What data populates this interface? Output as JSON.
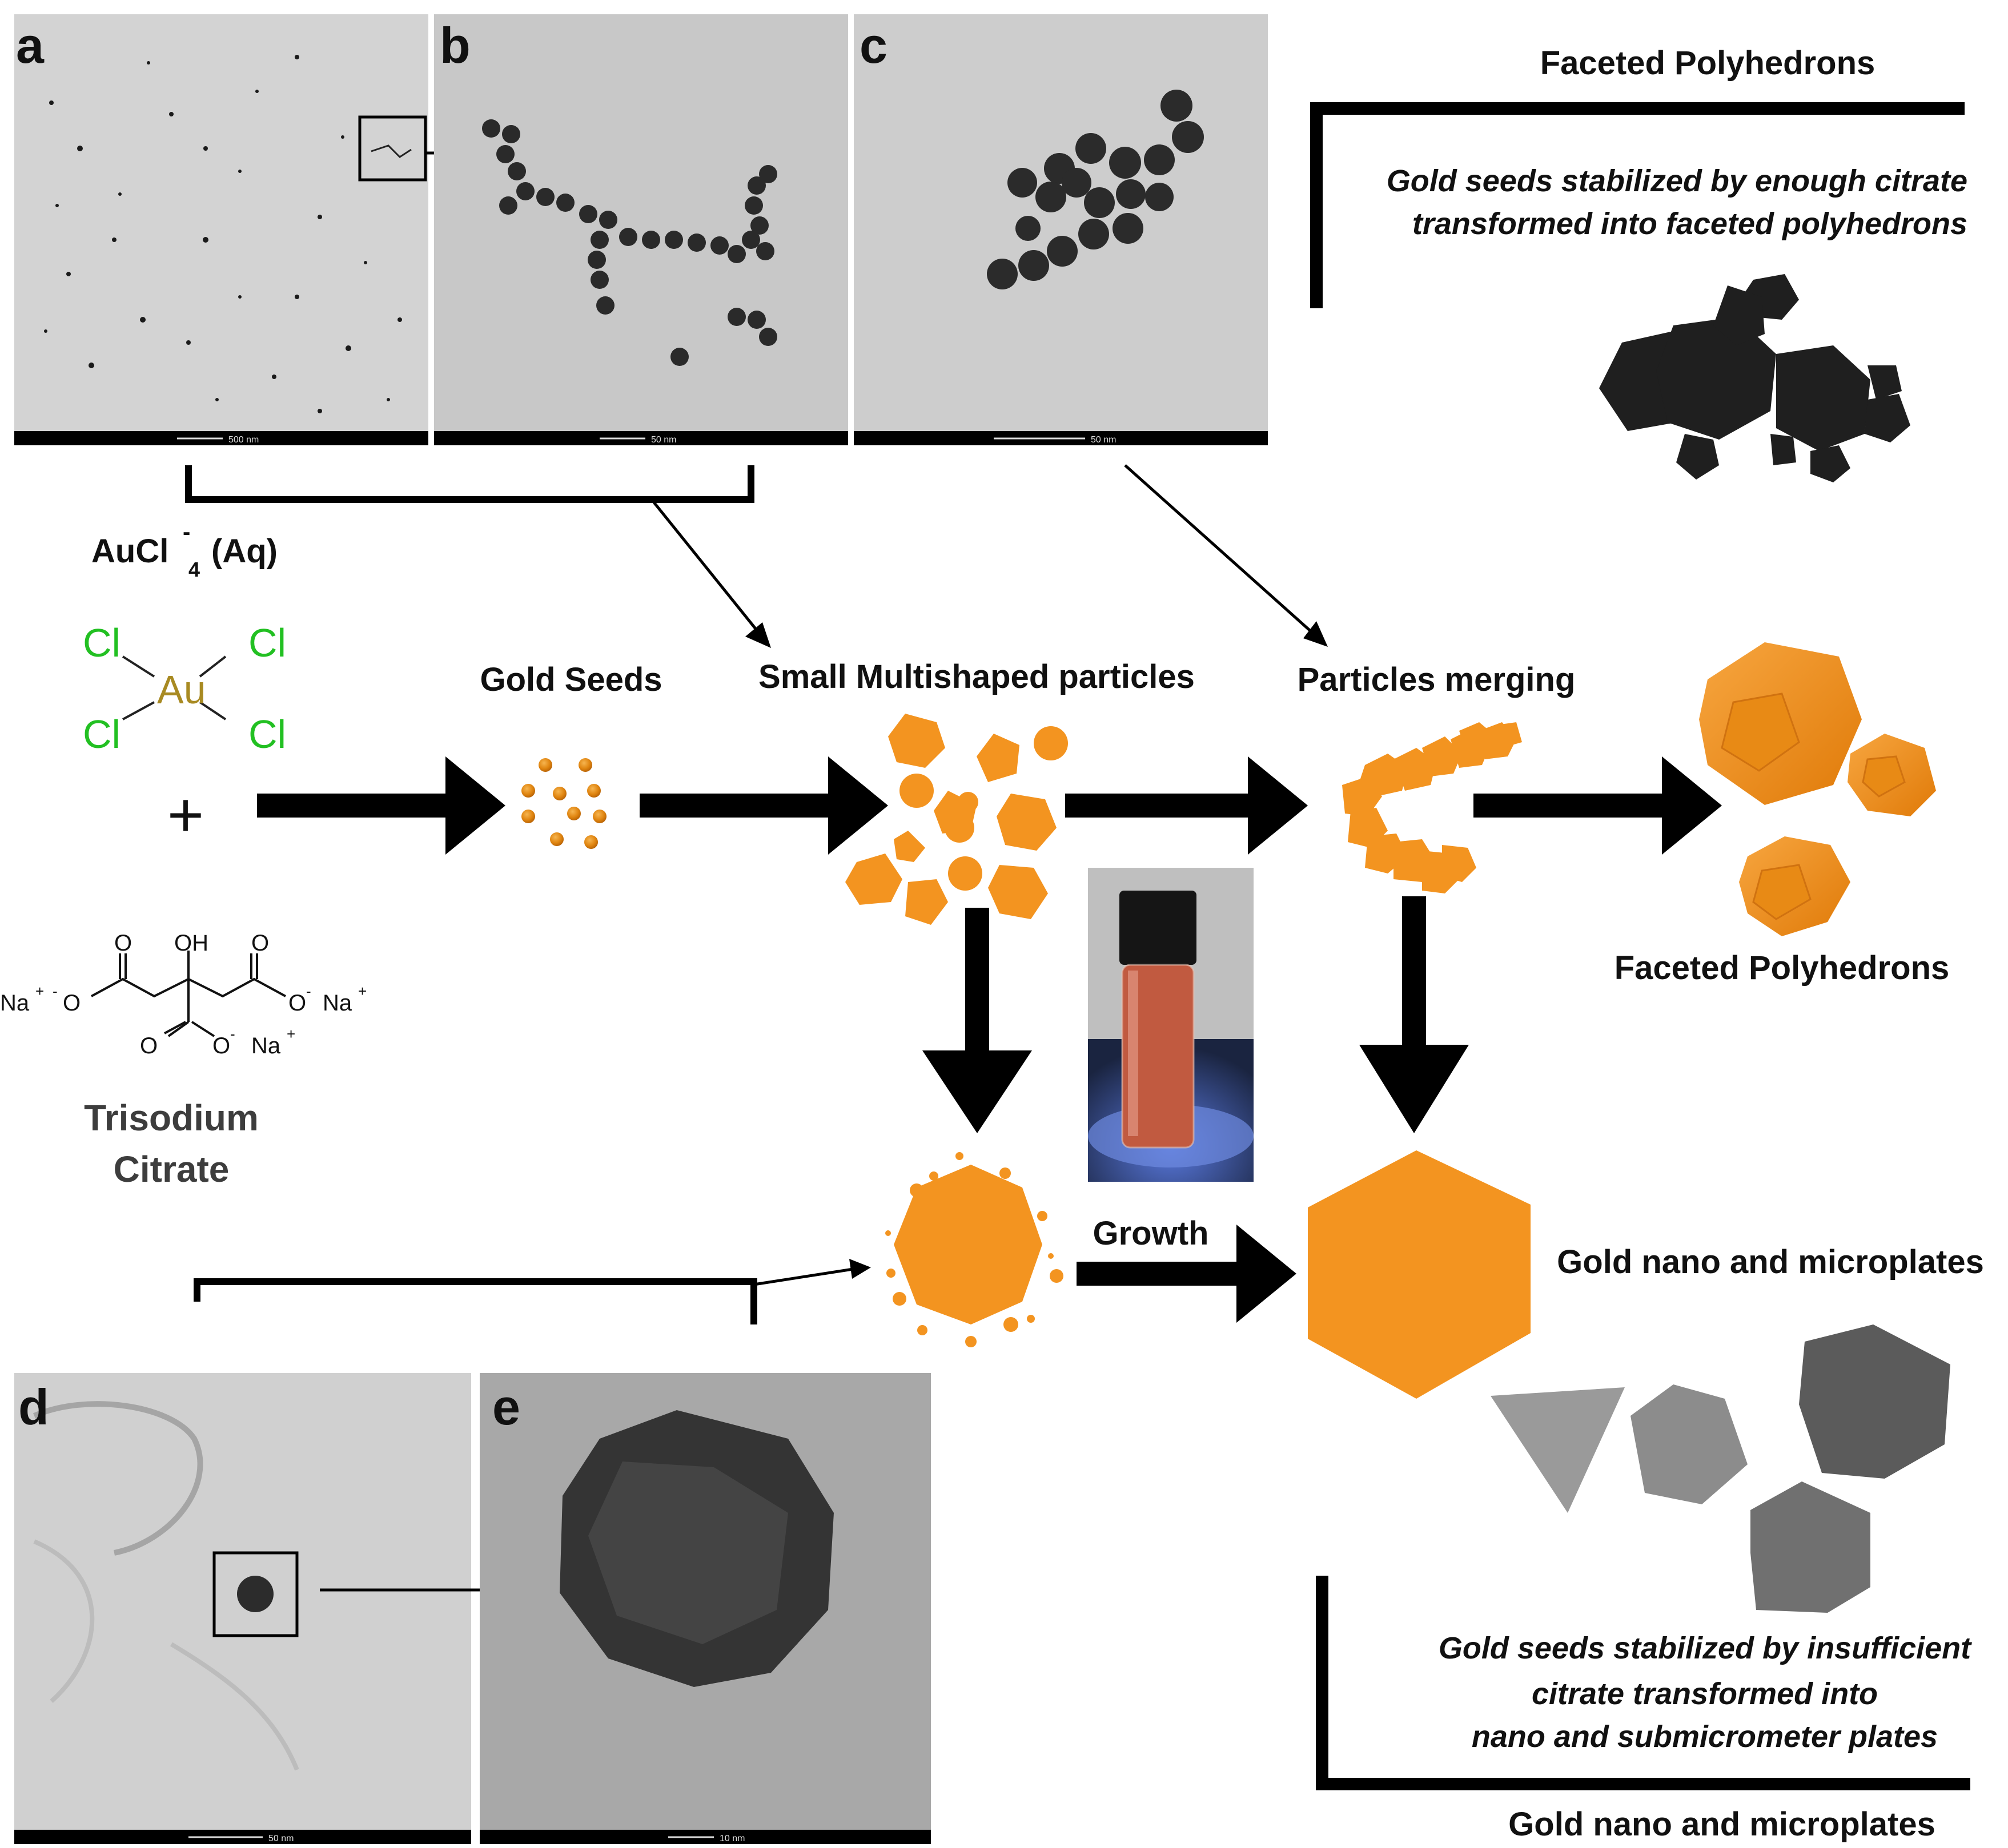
{
  "panels": {
    "a": {
      "letter": "a",
      "scale": "500 nm"
    },
    "b": {
      "letter": "b",
      "scale": "50 nm"
    },
    "c": {
      "letter": "c",
      "scale": "50 nm"
    },
    "d": {
      "letter": "d",
      "scale": "50 nm"
    },
    "e": {
      "letter": "e",
      "scale": "10 nm"
    }
  },
  "top_right": {
    "title": "Faceted Polyhedrons",
    "caption_line1": "Gold seeds stabilized by enough citrate",
    "caption_line2": "transformed  into faceted polyhedrons"
  },
  "bottom_right": {
    "caption_line1": "Gold seeds stabilized by insufficient",
    "caption_line2": "citrate transformed   into",
    "caption_line3": "nano and submicrometer plates",
    "title": "Gold nano and microplates"
  },
  "reagents": {
    "aucl4_main": "AuCl",
    "aucl4_sup": "-",
    "aucl4_sub": "4",
    "aucl4_tail": "(Aq)",
    "cl": "Cl",
    "au": "Au",
    "plus": "+",
    "citrate_line1": "Trisodium",
    "citrate_line2": "Citrate",
    "o": "O",
    "oh": "OH",
    "na": "Na",
    "plus_charge": "+",
    "minus_charge": "-"
  },
  "stages": {
    "seeds": "Gold Seeds",
    "multishaped": "Small Multishaped particles",
    "merging": "Particles merging",
    "polyhedrons": "Faceted Polyhedrons",
    "growth": "Growth",
    "plates": "Gold nano and microplates"
  },
  "colors": {
    "gold": "#f39420",
    "gold_dark": "#d97a0a",
    "chlorine": "#22c022",
    "au_label": "#a88a22",
    "tem_bg": "#c9c9c9"
  }
}
